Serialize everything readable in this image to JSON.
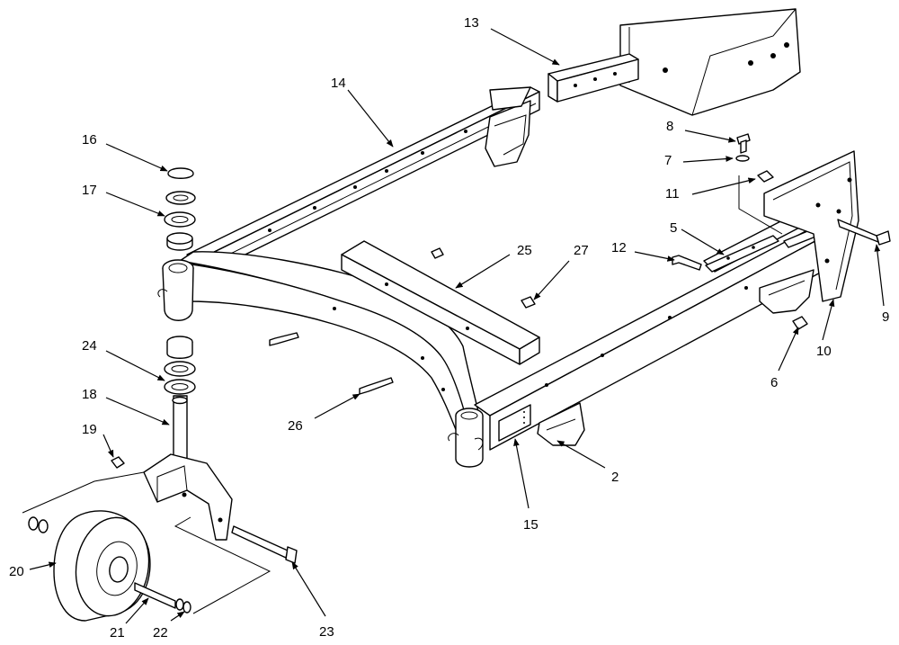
{
  "callouts": {
    "c13": "13",
    "c14": "14",
    "c16": "16",
    "c17": "17",
    "c8": "8",
    "c7": "7",
    "c11": "11",
    "c5": "5",
    "c12": "12",
    "c25": "25",
    "c27": "27",
    "c9": "9",
    "c24": "24",
    "c18": "18",
    "c10": "10",
    "c6": "6",
    "c26": "26",
    "c19": "19",
    "c2": "2",
    "c15": "15",
    "c20": "20",
    "c21": "21",
    "c22": "22",
    "c23": "23"
  }
}
